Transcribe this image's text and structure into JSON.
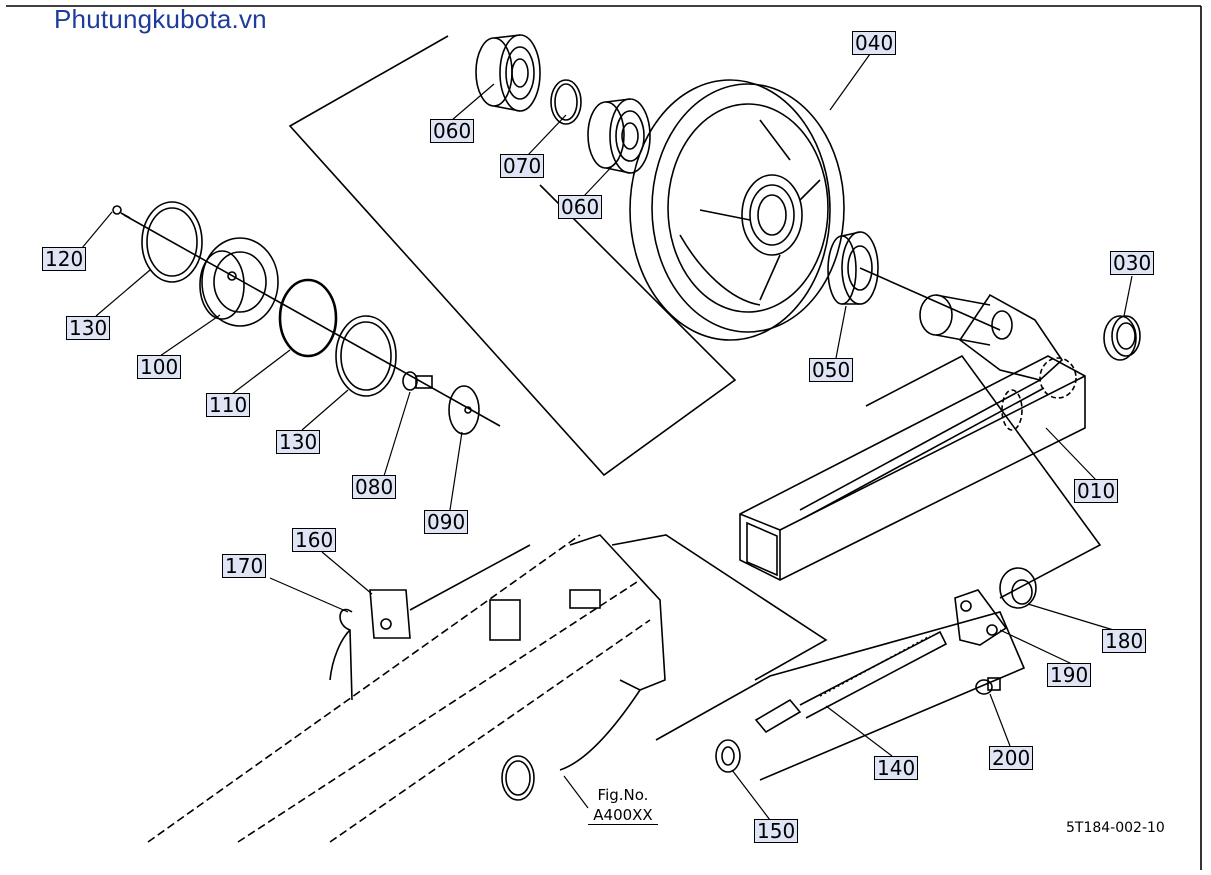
{
  "watermark": "Phutungkubota.vn",
  "drawing_code": "5T184-002-10",
  "fig_ref": {
    "line1": "Fig.No.",
    "line2": "A400XX"
  },
  "parts": [
    {
      "id": "p040",
      "label": "040"
    },
    {
      "id": "p060a",
      "label": "060"
    },
    {
      "id": "p070",
      "label": "070"
    },
    {
      "id": "p060b",
      "label": "060"
    },
    {
      "id": "p120",
      "label": "120"
    },
    {
      "id": "p130a",
      "label": "130"
    },
    {
      "id": "p100",
      "label": "100"
    },
    {
      "id": "p110",
      "label": "110"
    },
    {
      "id": "p130b",
      "label": "130"
    },
    {
      "id": "p080",
      "label": "080"
    },
    {
      "id": "p090",
      "label": "090"
    },
    {
      "id": "p050",
      "label": "050"
    },
    {
      "id": "p030",
      "label": "030"
    },
    {
      "id": "p010",
      "label": "010"
    },
    {
      "id": "p160",
      "label": "160"
    },
    {
      "id": "p170",
      "label": "170"
    },
    {
      "id": "p180",
      "label": "180"
    },
    {
      "id": "p190",
      "label": "190"
    },
    {
      "id": "p200",
      "label": "200"
    },
    {
      "id": "p140",
      "label": "140"
    },
    {
      "id": "p150",
      "label": "150"
    }
  ]
}
